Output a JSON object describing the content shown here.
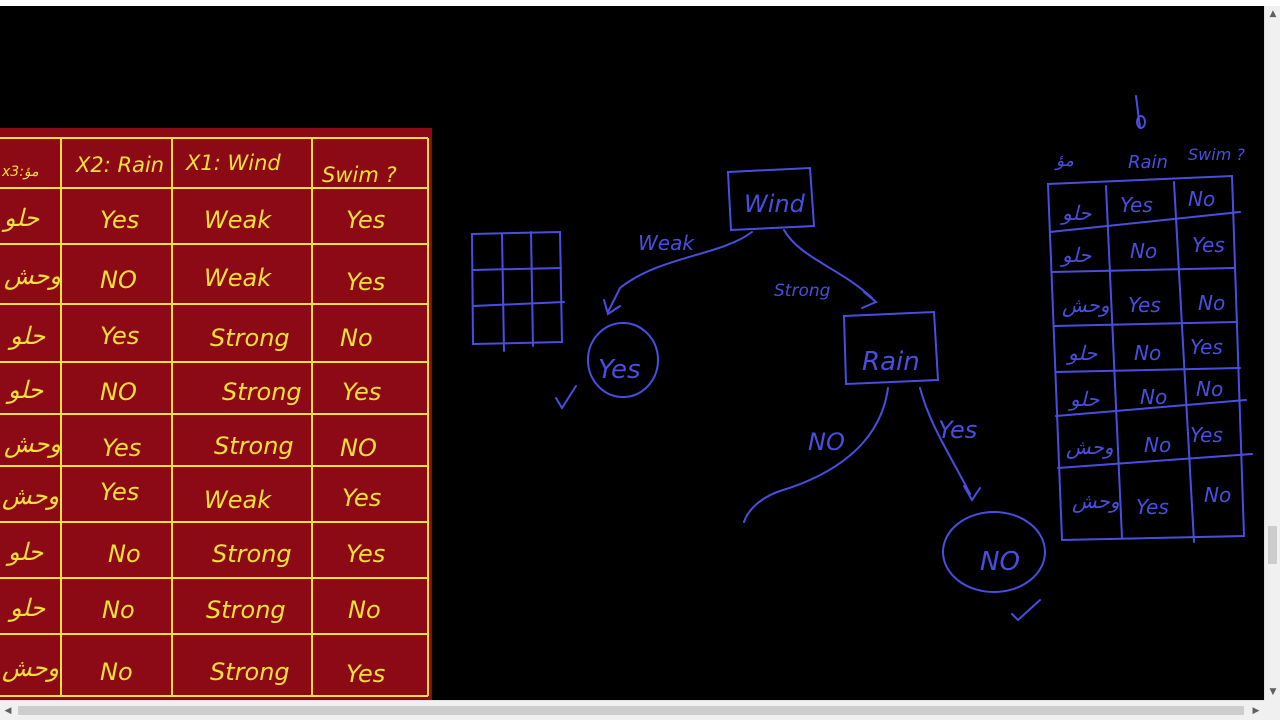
{
  "table": {
    "headers": [
      "x3:مؤ",
      "X2: Rain",
      "X1: Wind",
      "Swim ?"
    ],
    "rows": [
      [
        "حلو",
        "Yes",
        "Weak",
        "Yes"
      ],
      [
        "وحش",
        "NO",
        "Weak",
        "Yes"
      ],
      [
        "حلو",
        "Yes",
        "Strong",
        "No"
      ],
      [
        "حلو",
        "NO",
        "Strong",
        "Yes"
      ],
      [
        "وحش",
        "Yes",
        "Strong",
        "NO"
      ],
      [
        "وحش",
        "Yes",
        "Weak",
        "Yes"
      ],
      [
        "حلو",
        "No",
        "Strong",
        "Yes"
      ],
      [
        "حلو",
        "No",
        "Strong",
        "No"
      ],
      [
        "وحش",
        "No",
        "Strong",
        "Yes"
      ]
    ]
  },
  "tree": {
    "root": "Wind",
    "branch_left": "Weak",
    "branch_right": "Strong",
    "leaf_left": "Yes",
    "node_rain": "Rain",
    "branch_no": "NO",
    "branch_yes": "Yes",
    "leaf_right": "NO",
    "checkmark": "✓"
  },
  "subtable": {
    "marker": "↓",
    "headers": [
      "مؤ",
      "Rain",
      "Swim ?"
    ],
    "rows": [
      [
        "حلو",
        "Yes",
        "No"
      ],
      [
        "حلو",
        "No",
        "Yes"
      ],
      [
        "وحش",
        "Yes",
        "No"
      ],
      [
        "حلو",
        "No",
        "Yes"
      ],
      [
        "حلو",
        "No",
        "No"
      ],
      [
        "وحش",
        "No",
        "Yes"
      ],
      [
        "وحش",
        "Yes",
        "No"
      ]
    ]
  },
  "colors": {
    "canvas": "#000000",
    "table_fill": "#8b0a16",
    "table_lines": "#f7e03a",
    "ink_blue": "#4a4ee0"
  },
  "icons": [
    "scroll-left-icon",
    "scroll-right-icon",
    "scroll-up-icon",
    "scroll-down-icon"
  ]
}
